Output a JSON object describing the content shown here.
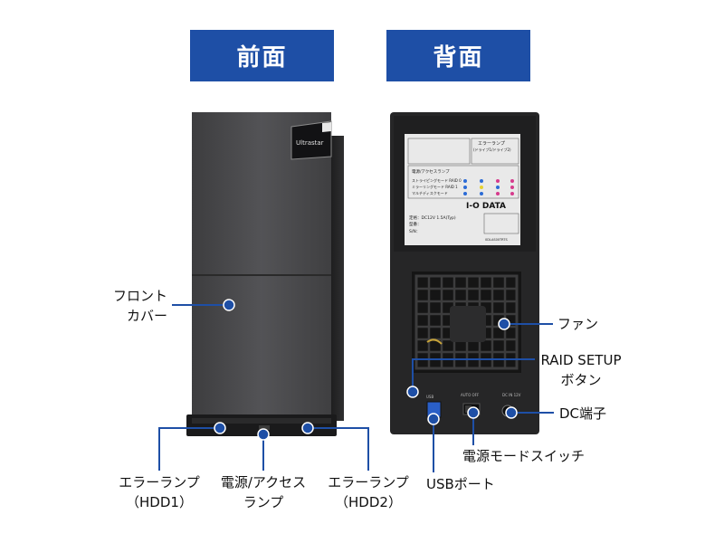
{
  "headers": {
    "front": "前面",
    "back": "背面"
  },
  "callouts": {
    "front_cover": [
      "フロント",
      "カバー"
    ],
    "error_lamp_hdd1": [
      "エラーランプ",
      "（HDD1）"
    ],
    "power_access_lamp": [
      "電源/アクセス",
      "ランプ"
    ],
    "error_lamp_hdd2": [
      "エラーランプ",
      "（HDD2）"
    ],
    "fan": "ファン",
    "raid_setup_button": [
      "RAID SETUP",
      "ボタン"
    ],
    "dc_port": "DC端子",
    "power_mode_switch": "電源モードスイッチ",
    "usb_port": "USBポート"
  },
  "device": {
    "drive_badge": "Ultrastar",
    "brand": "I-O DATA",
    "label_texts": {
      "error_lamp_title": "エラーランプ",
      "error_lamp_sub": "(ドライブ1/ドライブ2)",
      "status_title": "電源/アクセスランプ",
      "mode1": "ストライピングモード RAID 0",
      "mode2": "ミラーリングモード RAID 1",
      "mode3": "マルチディスクモード",
      "rating": "定格：DC12V 1.5A(Typ)",
      "model": "型番：",
      "serial": "S/N：",
      "port_usb": "USB",
      "port_auto_off": "AUTO  OFF",
      "port_dc": "DC IN 12V",
      "lab_code": "0DLAS00TRTS"
    }
  },
  "colors": {
    "header_bg": "#1e4fa6",
    "callout_line": "#1e4fa6",
    "device_body": "#4a4a4c",
    "back_body": "#2a2a2b"
  }
}
